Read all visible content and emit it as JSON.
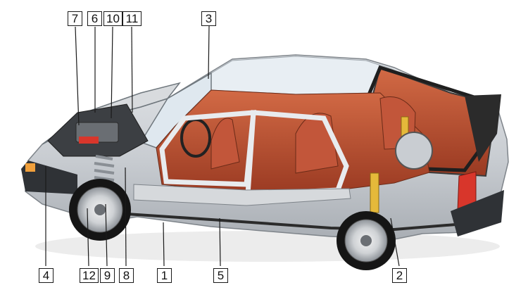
{
  "callouts": [
    {
      "id": "c7",
      "label": "7"
    },
    {
      "id": "c6",
      "label": "6"
    },
    {
      "id": "c10",
      "label": "10"
    },
    {
      "id": "c11",
      "label": "11"
    },
    {
      "id": "c3",
      "label": "3"
    },
    {
      "id": "c4",
      "label": "4"
    },
    {
      "id": "c12",
      "label": "12"
    },
    {
      "id": "c9",
      "label": "9"
    },
    {
      "id": "c8",
      "label": "8"
    },
    {
      "id": "c1",
      "label": "1"
    },
    {
      "id": "c5",
      "label": "5"
    },
    {
      "id": "c2",
      "label": "2"
    }
  ],
  "colors": {
    "body_gray": "#c9cdd2",
    "interior_red": "#b8452a",
    "glass": "#dfe8ef",
    "trim_dark": "#2b2b2b",
    "coil_spring": "#8a8f95",
    "damper_yellow": "#e5b93a",
    "taillight_red": "#d8362b",
    "indicator_amber": "#f1a03c"
  }
}
